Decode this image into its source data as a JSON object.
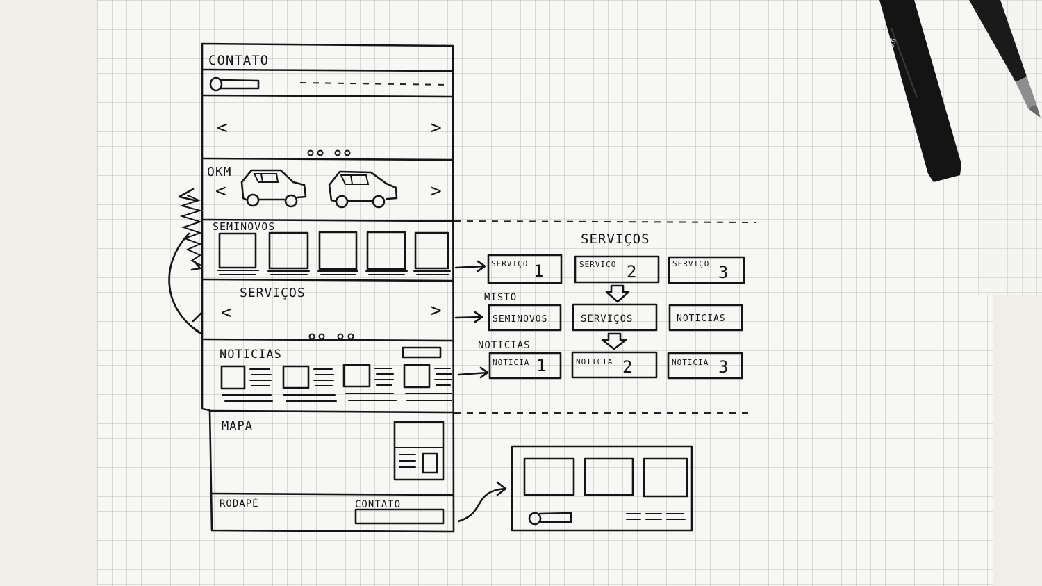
{
  "wireframe": {
    "contato_top": "CONTATO",
    "okm": "OKM",
    "seminovos": "SEMINOVOS",
    "servicos": "SERVIÇOS",
    "noticias": "NOTICIAS",
    "mapa": "MAPA",
    "rodape": "RODAPÉ",
    "contato_footer": "CONTATO",
    "arrow_left": "<",
    "arrow_right": ">"
  },
  "detail": {
    "servicos_title": "SERVIÇOS",
    "servico_label": "SERVIÇO",
    "servico_numbers": [
      "1",
      "2",
      "3"
    ],
    "misto_label": "MISTO",
    "misto_items": [
      "SEMINOVOS",
      "SERVIÇOS",
      "NOTICIAS"
    ],
    "noticias_label": "NOTICIAS",
    "noticia_label": "NOTICIA",
    "noticia_numbers": [
      "1",
      "2",
      "3"
    ]
  },
  "pen_marking": "0.6",
  "colors": {
    "ink": "#151515",
    "paper": "#f7f7f5",
    "grid": "#8c8c8c"
  }
}
